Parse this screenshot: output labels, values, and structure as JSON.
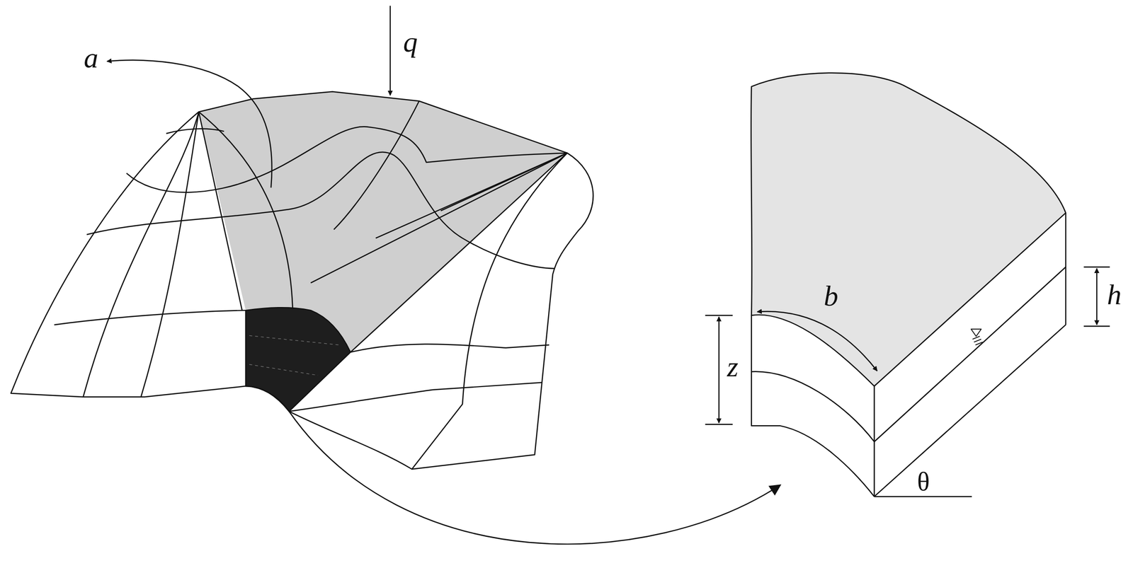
{
  "diagram": {
    "labels": [
      "a",
      "q",
      "b",
      "z",
      "h",
      "θ"
    ]
  }
}
